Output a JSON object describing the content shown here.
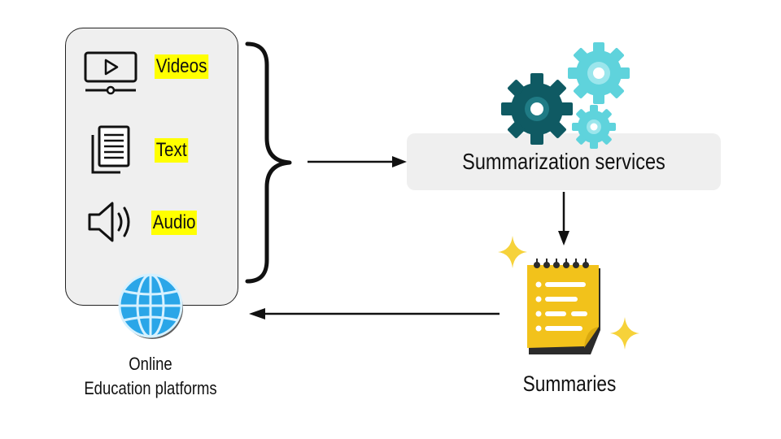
{
  "source": {
    "media_items": [
      {
        "label": "Videos",
        "icon": "video-player-icon"
      },
      {
        "label": "Text",
        "icon": "document-icon"
      },
      {
        "label": "Audio",
        "icon": "speaker-icon"
      }
    ],
    "platform_label_line1": "Online",
    "platform_label_line2": "Education platforms",
    "platform_icon": "globe-icon"
  },
  "service": {
    "label": "Summarization services",
    "icon": "gears-icon"
  },
  "output": {
    "label": "Summaries",
    "icon": "notepad-sparkle-icon"
  },
  "colors": {
    "highlight": "#ffff00",
    "box_fill": "#efefef",
    "gear_dark": "#0f5a63",
    "gear_light": "#5fd3dc",
    "globe": "#2aa6e8",
    "notepad": "#f2c21b",
    "sparkle": "#f6d23a"
  }
}
